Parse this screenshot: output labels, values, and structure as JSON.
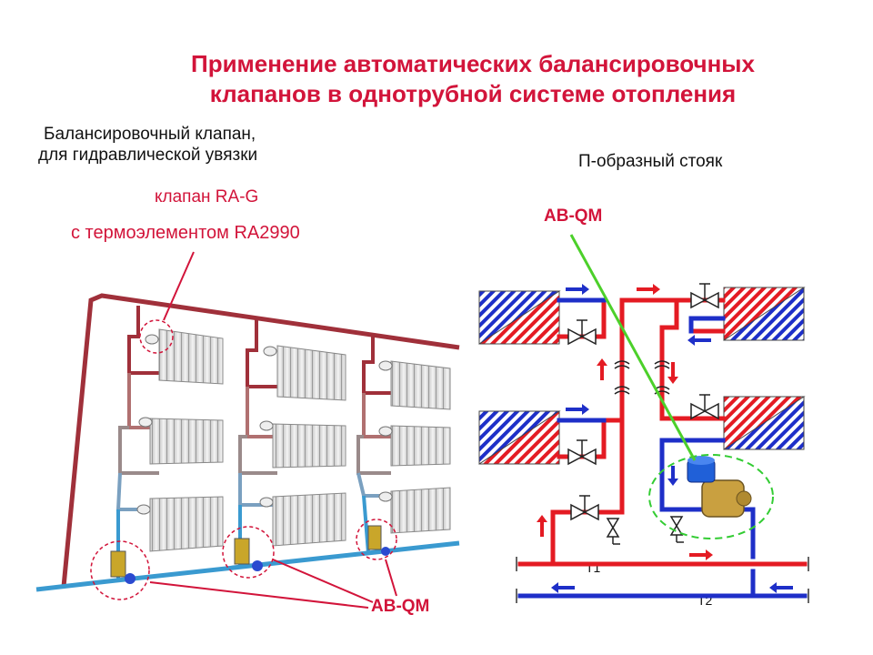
{
  "title": {
    "line1": "Применение автоматических балансировочных",
    "line2": "клапанов в однотрубной системе отопления"
  },
  "left": {
    "label_line1": "Балансировочный клапан,",
    "label_line2": "для гидравлической увязки",
    "valve_name": "клапан RA-G",
    "thermo_name": "с термоэлементом RA2990",
    "abqm_label": "AB-QM"
  },
  "right": {
    "riser_label": "П-образный стояк",
    "abqm_label": "AB-QM",
    "t1_label": "T1",
    "t2_label": "T2"
  },
  "colors": {
    "title": "#d2143a",
    "supply": "#e41b23",
    "return": "#1e2fc8",
    "riser_supply": "#a0303a",
    "riser_return": "#3a9ad0",
    "pointer": "#4cd02a",
    "dashed_circle": "#33cc33"
  }
}
